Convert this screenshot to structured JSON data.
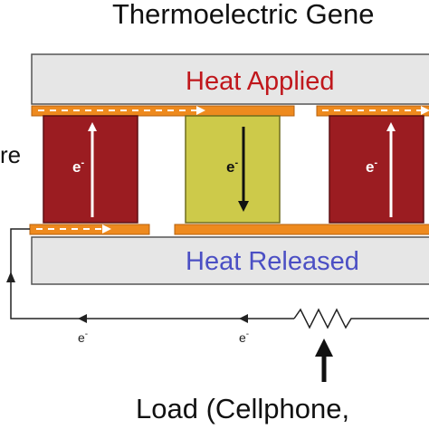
{
  "title": "Thermoelectric Gene",
  "top_plate": {
    "label": "Heat Applied",
    "color": "#c0171c"
  },
  "bottom_plate": {
    "label": "Heat Released",
    "color": "#4b4fc4"
  },
  "side_label_fragment": "re",
  "carrier_symbol": "e",
  "carrier_sup": "-",
  "load_label": "Load (Cellphone,",
  "colors": {
    "plate": "#e6e6e6",
    "strip": "#ee8a1e",
    "leg_red": "#9b1c21",
    "leg_yellow": "#cdca4a",
    "wire": "#222222"
  }
}
